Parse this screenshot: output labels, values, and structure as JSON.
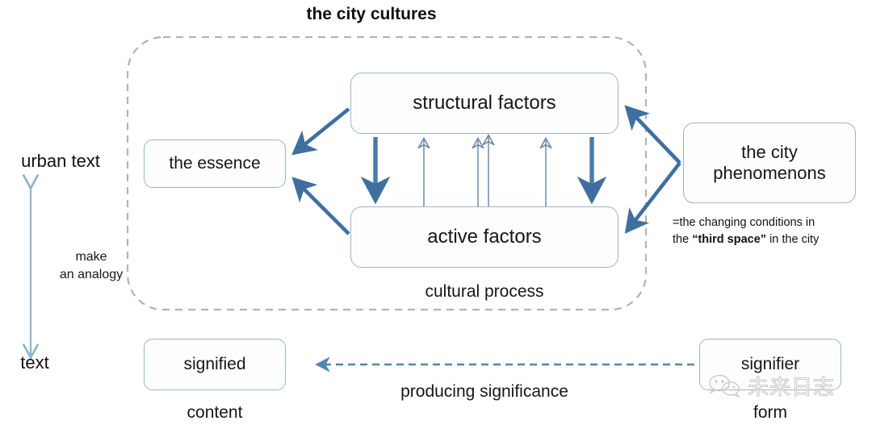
{
  "diagram": {
    "title": "the city cultures",
    "container_label": "cultural process",
    "nodes": {
      "structural_factors": "structural factors",
      "active_factors": "active factors",
      "essence": "the essence",
      "city_phenomenons": "the city\nphenomenons",
      "signified": "signified",
      "signifier": "signifier"
    },
    "labels": {
      "urban_text": "urban text",
      "text": "text",
      "make_an_analogy": "make\nan analogy",
      "content": "content",
      "form": "form",
      "producing_significance": "producing significance"
    },
    "annotation": {
      "line1_prefix": "=the changing conditions in",
      "line2_prefix": "the ",
      "line2_bold": "“third space”",
      "line2_suffix": " in the city"
    },
    "watermark": {
      "text": "未来日志",
      "icon": "wechat-icon"
    },
    "colors": {
      "box_border": "#9bb4cb",
      "box_fill": "#fdfdfe",
      "thick_arrow": "#3f6f9f",
      "thin_arrow": "#6e8ba8",
      "dashed_container": "#b3b3b3",
      "dashed_arrow": "#5585ad",
      "analogy_arrow": "#8fb3cc",
      "text": "#161616"
    }
  }
}
